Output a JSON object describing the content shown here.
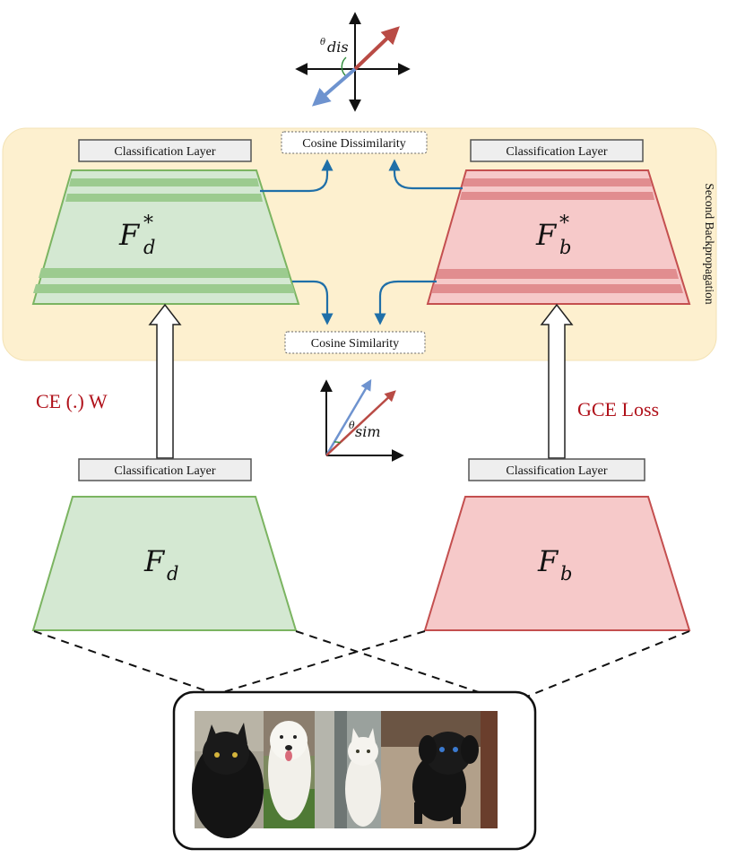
{
  "labels": {
    "classification_layer": "Classification Layer",
    "cosine_dissimilarity": "Cosine Dissimilarity",
    "cosine_similarity": "Cosine Similarity",
    "second_backpropagation": "Second Backpropagation",
    "loss_debiased": "CE (.) W",
    "loss_biased": "GCE Loss"
  },
  "math": {
    "fd_star_base": "F",
    "fd_star_sub": "d",
    "fd_star_sup": "*",
    "fb_star_base": "F",
    "fb_star_sub": "b",
    "fb_star_sup": "*",
    "fd_base": "F",
    "fd_sub": "d",
    "fb_base": "F",
    "fb_sub": "b",
    "theta": "θ",
    "dis": "dis",
    "sim": "sim"
  },
  "colors": {
    "green_fill": "#d4e8d2",
    "green_stroke": "#7bb461",
    "green_band": "#9ccb8f",
    "red_fill": "#f6c9c9",
    "red_stroke": "#c44f4f",
    "red_band": "#e18d8f",
    "panel_fill": "#fdf0cf",
    "arrow_blue": "#1f6fa8",
    "vec_red": "#b94b45",
    "vec_blue": "#6e93cf",
    "loss_red": "#b0111a"
  },
  "images": {
    "panels": [
      "black-cat",
      "white-dog",
      "white-cat",
      "black-puppy"
    ]
  }
}
